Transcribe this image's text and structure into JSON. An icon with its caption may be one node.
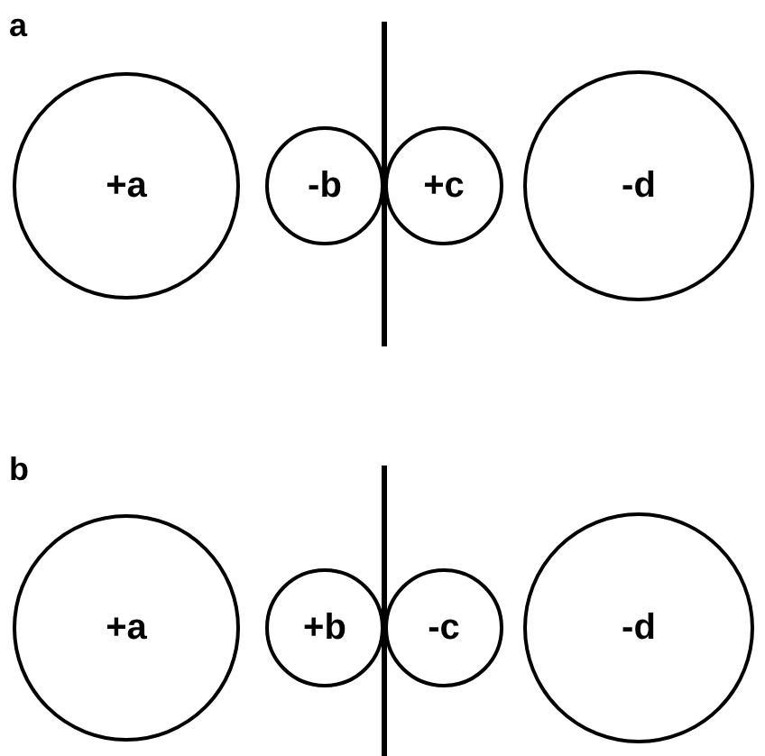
{
  "diagram": {
    "nodes": [
      {
        "text": [
          "+a"
        ]
      },
      {
        "text": [
          "-b"
        ]
      },
      {
        "text": [
          "+c"
        ]
      },
      {
        "text": [
          "-d"
        ]
      },
      {
        "text": [
          "+a"
        ]
      },
      {
        "text": [
          "+b"
        ]
      },
      {
        "text": [
          "-c"
        ]
      },
      {
        "text": [
          "-d"
        ]
      }
    ],
    "labels": [
      "a",
      "b"
    ]
  }
}
